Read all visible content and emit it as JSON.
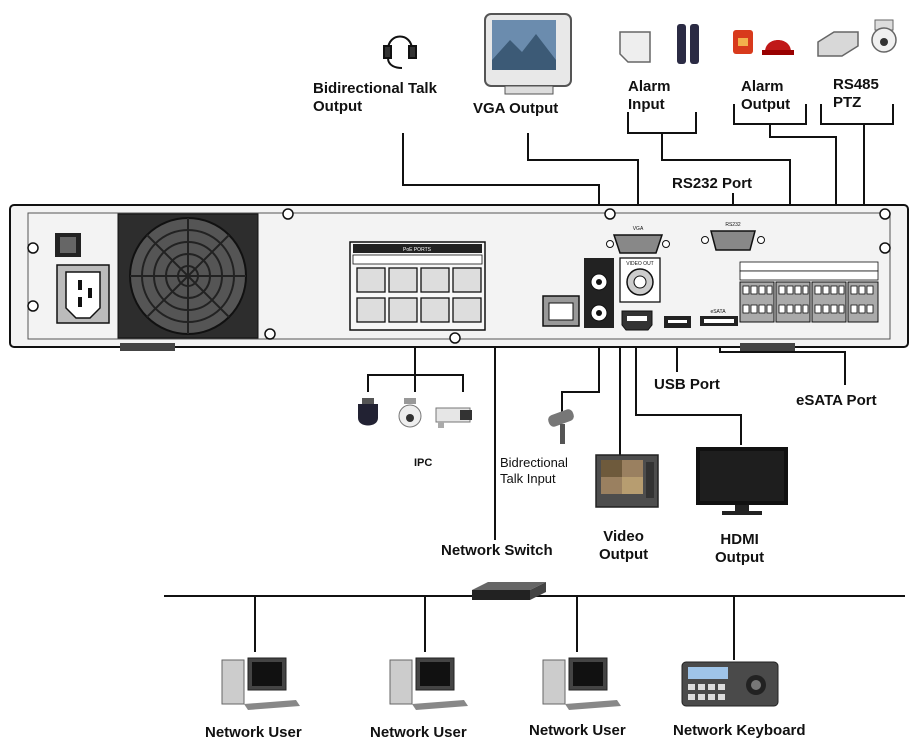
{
  "labels": {
    "bidirectional_talk_output": "Bidirectional Talk\nOutput",
    "vga_output": "VGA Output",
    "alarm_input": "Alarm\nInput",
    "alarm_output": "Alarm\nOutput",
    "rs485_ptz": "RS485\nPTZ",
    "rs232_port": "RS232 Port",
    "usb_port": "USB Port",
    "esata_port": "eSATA Port",
    "ipc": "IPC",
    "bidirectional_talk_input": "Bidrectional\nTalk Input",
    "network_switch": "Network Switch",
    "video_output": "Video\nOutput",
    "hdmi_output": "HDMI\nOutput",
    "network_user_1": "Network User",
    "network_user_2": "Network User",
    "network_user_3": "Network User",
    "network_keyboard": "Network Keyboard"
  },
  "panel": {
    "poe_ports": "PoE PORTS",
    "vga": "VGA",
    "rs232": "RS232",
    "video_out": "VIDEO OUT",
    "esata": "eSATA"
  }
}
